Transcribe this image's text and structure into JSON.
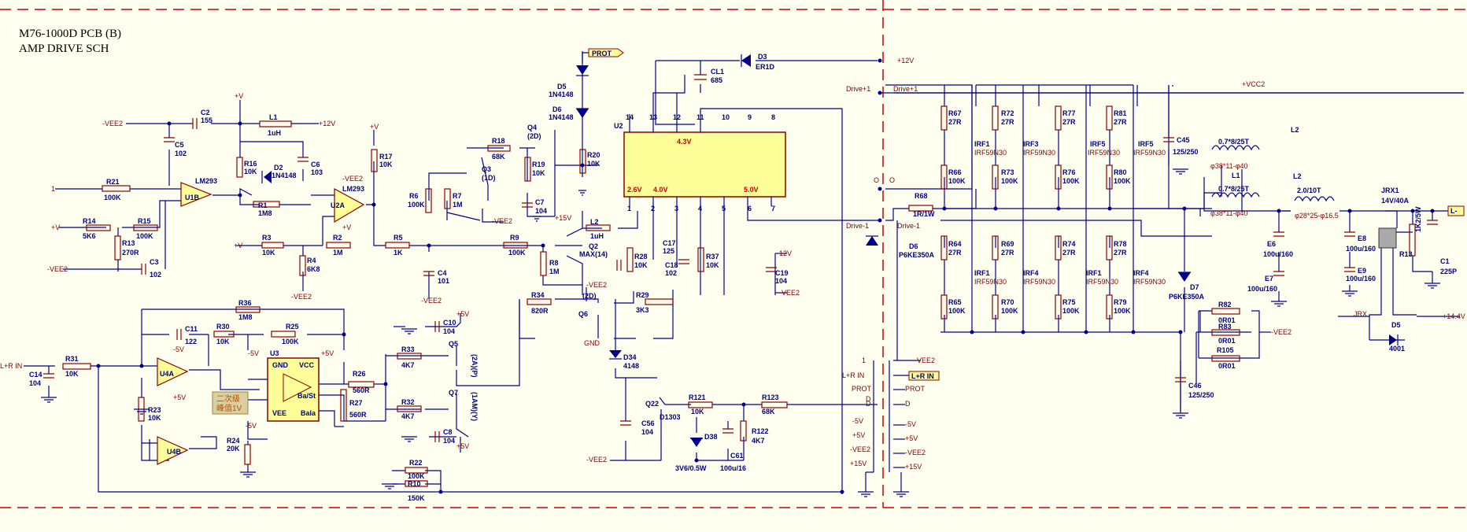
{
  "title": {
    "line1": "M76-1000D PCB (B)",
    "line2": "AMP DRIVE SCH"
  },
  "colors": {
    "wire": "#00008b",
    "part": "#8b0000",
    "border": "#cc0000",
    "bg": "#fffff0",
    "ic": "#ffff99",
    "chip_label": "#cc0000"
  },
  "ic": {
    "u2": {
      "ref": "U2",
      "pins_top": [
        "14",
        "13",
        "12",
        "11",
        "10",
        "9",
        "8"
      ],
      "pins_bottom": [
        "1",
        "2",
        "3",
        "4",
        "5",
        "6",
        "7"
      ],
      "v1": "4.3V",
      "v2": "2.6V",
      "v3": "4.0V",
      "v4": "5.0V"
    },
    "u3": {
      "ref": "U3",
      "gnd": "GND",
      "vcc": "VCC",
      "vee": "VEE",
      "bast": "Ba/St",
      "bala": "Bala"
    }
  },
  "amps": [
    {
      "ref": "U1B",
      "val": "LM293"
    },
    {
      "ref": "U2A",
      "val": "LM293"
    },
    {
      "ref": "U4A",
      "val": ""
    },
    {
      "ref": "U4B",
      "val": ""
    }
  ],
  "parts": [
    {
      "ref": "C2",
      "val": "155"
    },
    {
      "ref": "L1",
      "val": "1uH"
    },
    {
      "ref": "C5",
      "val": "102"
    },
    {
      "ref": "C6",
      "val": "103"
    },
    {
      "ref": "R16",
      "val": "10K"
    },
    {
      "ref": "D2",
      "val": "1N4148"
    },
    {
      "ref": "R1",
      "val": "1M8"
    },
    {
      "ref": "R21",
      "val": "100K"
    },
    {
      "ref": "R14",
      "val": "5K6"
    },
    {
      "ref": "R15",
      "val": "100K"
    },
    {
      "ref": "R13",
      "val": "270R"
    },
    {
      "ref": "C3",
      "val": "102"
    },
    {
      "ref": "R17",
      "val": "10K"
    },
    {
      "ref": "R3",
      "val": "10K"
    },
    {
      "ref": "R2",
      "val": "1M"
    },
    {
      "ref": "R4",
      "val": "6K8"
    },
    {
      "ref": "R5",
      "val": "1K"
    },
    {
      "ref": "R6",
      "val": "100K"
    },
    {
      "ref": "R7",
      "val": "1M"
    },
    {
      "ref": "C4",
      "val": "101"
    },
    {
      "ref": "R18",
      "val": "68K"
    },
    {
      "ref": "Q3",
      "val": "(1D)"
    },
    {
      "ref": "Q4",
      "val": "(2D)"
    },
    {
      "ref": "R19",
      "val": "10K"
    },
    {
      "ref": "C7",
      "val": "104"
    },
    {
      "ref": "R20",
      "val": "10K"
    },
    {
      "ref": "D5",
      "val": "1N4148"
    },
    {
      "ref": "D6",
      "val": "1N4148"
    },
    {
      "ref": "R9",
      "val": "100K"
    },
    {
      "ref": "R8",
      "val": "1M"
    },
    {
      "ref": "Q2",
      "val": "MAX(14)"
    },
    {
      "ref": "L2",
      "val": "1uH"
    },
    {
      "ref": "R28",
      "val": "10K"
    },
    {
      "ref": "C17",
      "val": "125"
    },
    {
      "ref": "C18",
      "val": "102"
    },
    {
      "ref": "R37",
      "val": "10K"
    },
    {
      "ref": "C19",
      "val": "104"
    },
    {
      "ref": "R34",
      "val": "820R"
    },
    {
      "ref": "Q6",
      "val": "(2D)"
    },
    {
      "ref": "R29",
      "val": "3K3"
    },
    {
      "ref": "CL1",
      "val": "685"
    },
    {
      "ref": "D3",
      "val": "ER1D"
    },
    {
      "ref": "R36",
      "val": "1M8"
    },
    {
      "ref": "C11",
      "val": "122"
    },
    {
      "ref": "R30",
      "val": "10K"
    },
    {
      "ref": "R25",
      "val": "100K"
    },
    {
      "ref": "R31",
      "val": "10K"
    },
    {
      "ref": "C14",
      "val": "104"
    },
    {
      "ref": "R23",
      "val": "10K"
    },
    {
      "ref": "R24",
      "val": "20K"
    },
    {
      "ref": "R26",
      "val": "560R"
    },
    {
      "ref": "R27",
      "val": "560R"
    },
    {
      "ref": "C10",
      "val": "104"
    },
    {
      "ref": "R33",
      "val": "4K7"
    },
    {
      "ref": "R32",
      "val": "4K7"
    },
    {
      "ref": "Q5",
      "val": "(2A)(P)"
    },
    {
      "ref": "Q7",
      "val": "(1AM)(Y)"
    },
    {
      "ref": "C8",
      "val": "104"
    },
    {
      "ref": "R22",
      "val": "100K"
    },
    {
      "ref": "R10",
      "val": "150K"
    },
    {
      "ref": "D34",
      "val": "4148"
    },
    {
      "ref": "Q22",
      "val": "D1303"
    },
    {
      "ref": "R121",
      "val": "10K"
    },
    {
      "ref": "R123",
      "val": "68K"
    },
    {
      "ref": "C56",
      "val": "104"
    },
    {
      "ref": "D38",
      "val": "3V6/0.5W"
    },
    {
      "ref": "C61",
      "val": "100u/16"
    },
    {
      "ref": "R122",
      "val": "4K7"
    },
    {
      "ref": "R68",
      "val": "1R/1W"
    },
    {
      "ref": "D6",
      "val": "P6KE350A"
    },
    {
      "ref": "D7",
      "val": "P6KE350A"
    },
    {
      "ref": "C45",
      "val": "125/250"
    },
    {
      "ref": "C46",
      "val": "125/250"
    },
    {
      "ref": "R82",
      "val": "0R01"
    },
    {
      "ref": "R83",
      "val": "0R01"
    },
    {
      "ref": "R105",
      "val": "0R01"
    },
    {
      "ref": "E6",
      "val": "100u/160"
    },
    {
      "ref": "E7",
      "val": "100u/160"
    },
    {
      "ref": "E8",
      "val": "100u/160"
    },
    {
      "ref": "E9",
      "val": "100u/160"
    },
    {
      "ref": "JRX1",
      "val": "14V/40A"
    },
    {
      "ref": "R13",
      "val": "1K2/5W"
    },
    {
      "ref": "C1",
      "val": "225P"
    },
    {
      "ref": "D5",
      "val": "4001"
    }
  ],
  "mosfet_block": {
    "gate_r_top": [
      {
        "ref": "R67",
        "val": "27R"
      },
      {
        "ref": "R72",
        "val": "27R"
      },
      {
        "ref": "R77",
        "val": "27R"
      },
      {
        "ref": "R81",
        "val": "27R"
      }
    ],
    "pull_r_top": [
      {
        "ref": "R66",
        "val": "100K"
      },
      {
        "ref": "R73",
        "val": "100K"
      },
      {
        "ref": "R76",
        "val": "100K"
      },
      {
        "ref": "R80",
        "val": "100K"
      }
    ],
    "gate_r_bot": [
      {
        "ref": "R64",
        "val": "27R"
      },
      {
        "ref": "R69",
        "val": "27R"
      },
      {
        "ref": "R74",
        "val": "27R"
      },
      {
        "ref": "R78",
        "val": "27R"
      }
    ],
    "pull_r_bot": [
      {
        "ref": "R65",
        "val": "100K"
      },
      {
        "ref": "R70",
        "val": "100K"
      },
      {
        "ref": "R75",
        "val": "100K"
      },
      {
        "ref": "R79",
        "val": "100K"
      }
    ],
    "fet_top": [
      "IRF1",
      "IRF3",
      "IRF5",
      "IRF5"
    ],
    "fet_bot": [
      "IRF1",
      "IRF4",
      "IRF1",
      "IRF4"
    ],
    "fet_type": "IRF59N30"
  },
  "inductors": {
    "t1": "0.7*8/25T",
    "t2": "0.7*8/25T",
    "core1": "φ38*11-φ40",
    "core2": "φ38*11-φ40",
    "l1": "L1",
    "l2": "L2",
    "l2b": "L2",
    "t3": "2.0/10T",
    "core3": "φ28*25-φ16.5",
    "l_end": "L-"
  },
  "nets": {
    "vee2": "-VEE2",
    "p12": "+12V",
    "m12": "12V",
    "v": "+V",
    "vcc2": "+VCC2",
    "drive1": "Drive+1",
    "drive1b": "Drive+1",
    "driven": "Drive-1",
    "driven_b": "Drive-1",
    "prot": "PROT",
    "lrin": "L+R IN",
    "p5": "+5V",
    "m5": "-5V",
    "p15": "+15V",
    "gnd": "GND",
    "d": "D",
    "one": "1",
    "jrx": "JRX",
    "p144": "+14.4V",
    "o1": "O",
    "o2": "O",
    "p15v": "+15V"
  },
  "connector": [
    {
      "pin": "1",
      "net": "-VEE2"
    },
    {
      "pin": "L+R IN",
      "net": "L+R IN"
    },
    {
      "pin": "PROT",
      "net": "PROT"
    },
    {
      "pin": "D",
      "net": "D"
    },
    {
      "pin": "-5V",
      "net": "-5V"
    },
    {
      "pin": "+5V",
      "net": "+5V"
    },
    {
      "pin": "-VEE2",
      "net": "-VEE2"
    },
    {
      "pin": "+15V",
      "net": "+15V"
    }
  ],
  "note": {
    "line1": "二次级",
    "line2": "峰值1V"
  }
}
